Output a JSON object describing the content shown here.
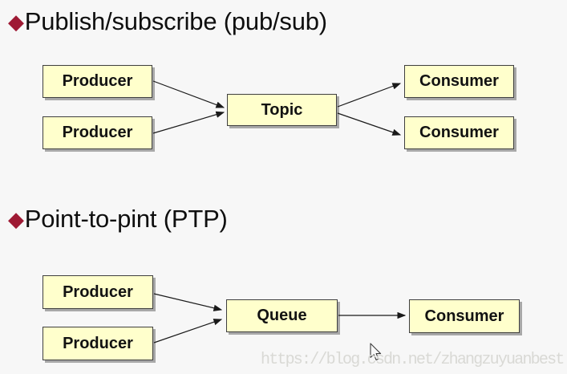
{
  "colors": {
    "background": "#f7f7f7",
    "bullet_red": "#9e1a34",
    "box_fill": "#ffffcc",
    "box_border": "#3f3f3f",
    "box_shadow": "#a8a8a8",
    "arrow": "#1a1a1a",
    "heading_text": "#0f0f0f",
    "watermark_text": "#d9d9d5"
  },
  "pubsub": {
    "bullet": "◆",
    "heading": "Publish/subscribe (pub/sub)",
    "producers": [
      "Producer",
      "Producer"
    ],
    "topic": "Topic",
    "consumers": [
      "Consumer",
      "Consumer"
    ]
  },
  "ptp": {
    "bullet": "◆",
    "heading": "Point-to-pint (PTP)",
    "producers": [
      "Producer",
      "Producer"
    ],
    "queue": "Queue",
    "consumers": [
      "Consumer"
    ]
  },
  "watermark": "https://blog.csdn.net/zhangzuyuanbest"
}
